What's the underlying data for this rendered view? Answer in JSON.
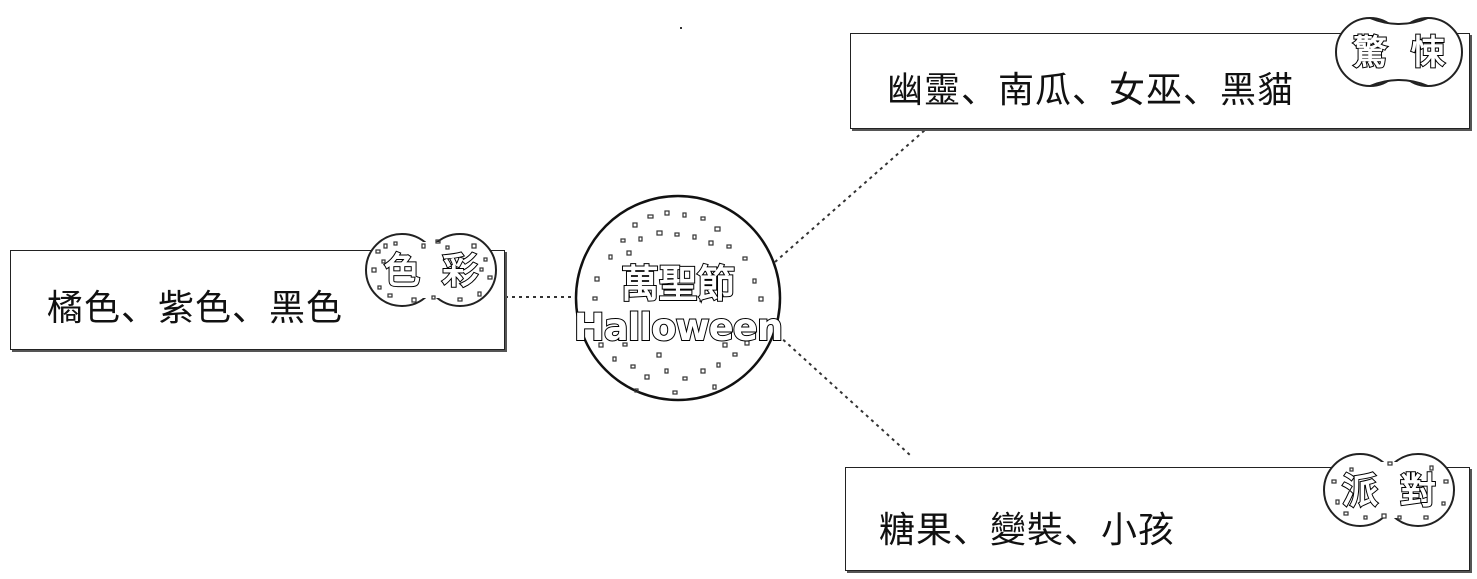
{
  "center": {
    "title": "萬聖節",
    "subtitle": "Halloween"
  },
  "branches": {
    "scary": {
      "tag_chars": [
        "驚",
        "悚"
      ],
      "text": "幽靈、南瓜、女巫、黑貓"
    },
    "colors": {
      "tag_chars": [
        "色",
        "彩"
      ],
      "text": "橘色、紫色、黑色"
    },
    "party": {
      "tag_chars": [
        "派",
        "對"
      ],
      "text": "糖果、變裝、小孩"
    }
  }
}
